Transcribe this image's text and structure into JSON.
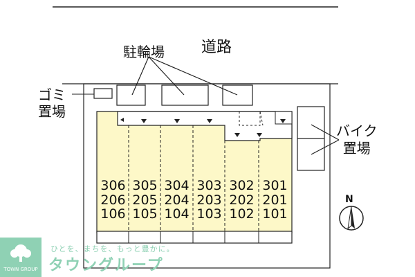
{
  "labels": {
    "road": "道路",
    "bicycle_parking": "駐輪場",
    "motorcycle_parking_line1": "バイク",
    "motorcycle_parking_line2": "置場",
    "garbage_line1": "ゴミ",
    "garbage_line2": "置場",
    "north": "N"
  },
  "units": {
    "floor3": [
      "306",
      "305",
      "304",
      "303",
      "302",
      "301"
    ],
    "floor2": [
      "206",
      "205",
      "204",
      "203",
      "202",
      "201"
    ],
    "floor1": [
      "106",
      "105",
      "104",
      "103",
      "102",
      "101"
    ]
  },
  "brand": {
    "tagline": "ひとを、まちを、もっと豊かに。",
    "name": "タウングループ",
    "badge": "TOWN GROUP"
  },
  "colors": {
    "building_fill": "#fdf8c8",
    "line": "#222222",
    "brand": "#8fd1b4"
  }
}
